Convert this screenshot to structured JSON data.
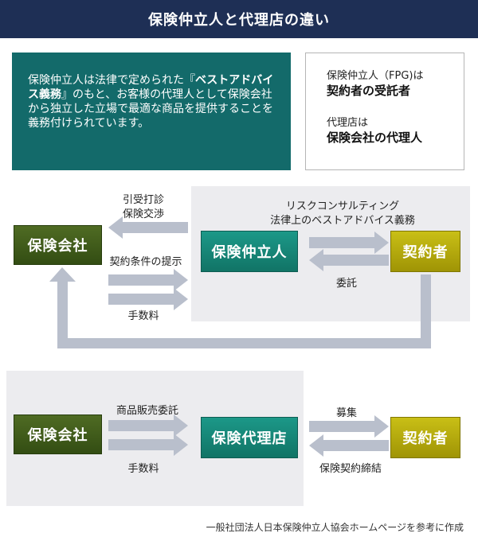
{
  "title": "保険仲立人と代理店の違い",
  "intro": {
    "pre": "保険仲立人は法律で定められた『",
    "emphasis": "ベストアドバイス義務",
    "post": "』のもと、お客様の代理人として保険会社から独立した立場で最適な商品を提供することを義務付けられています。"
  },
  "summary": {
    "broker_small": "保険仲立人（FPG)は",
    "broker_big": "契約者の受託者",
    "agent_small": "代理店は",
    "agent_big": "保険会社の代理人"
  },
  "broker_diagram": {
    "insurer": "保険会社",
    "broker": "保険仲立人",
    "policyholder": "契約者",
    "label_negotiation_1": "引受打診",
    "label_negotiation_2": "保険交渉",
    "label_terms": "契約条件の提示",
    "label_fee": "手数料",
    "label_consulting_1": "リスクコンサルティング",
    "label_consulting_2": "法律上のベストアドバイス義務",
    "label_entrust": "委託"
  },
  "agent_diagram": {
    "insurer": "保険会社",
    "agent": "保険代理店",
    "policyholder": "契約者",
    "label_sales": "商品販売委託",
    "label_fee": "手数料",
    "label_recruit": "募集",
    "label_conclusion": "保険契約締結"
  },
  "footer": "一般社団法人日本保険仲立人協会ホームページを参考に作成",
  "colors": {
    "header": "#1e2f55",
    "intro_bg": "#136a6a",
    "insurer": "#3f5a1b",
    "broker": "#178577",
    "policyholder": "#b5aa0d",
    "arrow": "#b9bfcc",
    "panel": "#ececef"
  }
}
